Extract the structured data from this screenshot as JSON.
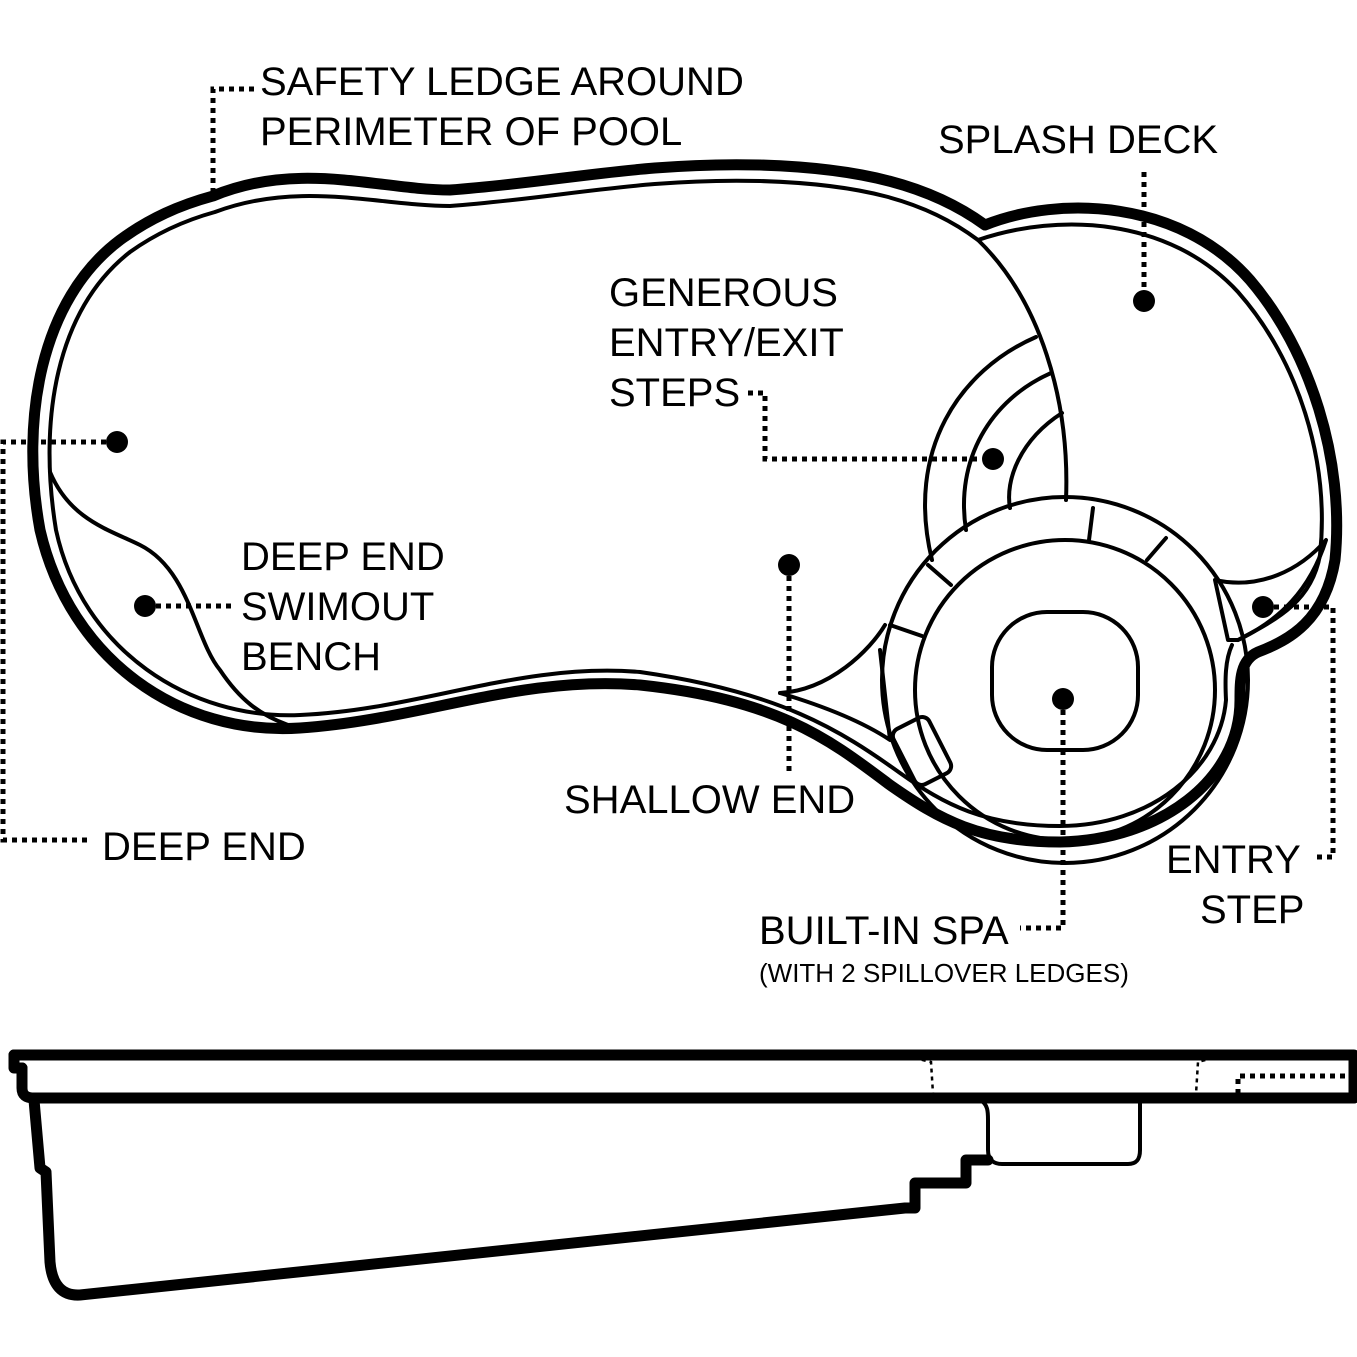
{
  "diagram": {
    "subject": "Fiberglass pool with built-in spa",
    "views": [
      "plan-view",
      "side-profile"
    ],
    "line_color": "#000000",
    "background_color": "#ffffff"
  },
  "labels": {
    "safety_ledge": {
      "line1": "SAFETY LEDGE AROUND",
      "line2": "PERIMETER OF POOL"
    },
    "splash_deck": {
      "line1": "SPLASH DECK"
    },
    "entry_exit_steps": {
      "line1": "GENEROUS",
      "line2": "ENTRY/EXIT",
      "line3": "STEPS"
    },
    "deep_end_swimout_bench": {
      "line1": "DEEP END",
      "line2": "SWIMOUT",
      "line3": "BENCH"
    },
    "shallow_end": {
      "line1": "SHALLOW END"
    },
    "deep_end": {
      "line1": "DEEP END"
    },
    "entry_step": {
      "line1": "ENTRY",
      "line2": "STEP"
    },
    "built_in_spa": {
      "line1": "BUILT-IN SPA",
      "note": "(WITH 2 SPILLOVER LEDGES)"
    }
  }
}
